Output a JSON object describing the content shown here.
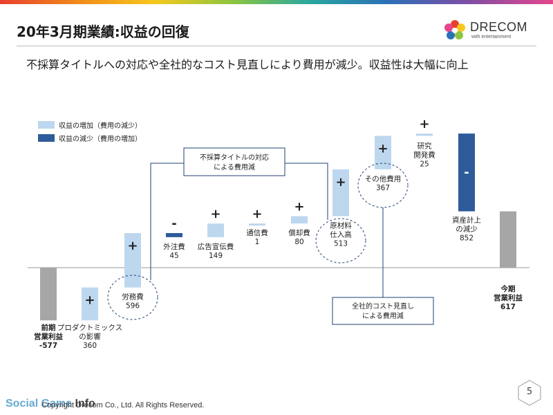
{
  "header": {
    "title": "20年3月期業績:収益の回復",
    "subtitle": "不採算タイトルへの対応や全社的なコスト見直しにより費用が減少。収益性は大幅に向上",
    "logo_text": "DRECOM",
    "logo_tagline": "with entertainment"
  },
  "colors": {
    "increase": "#bdd7ee",
    "decrease": "#2e5c9a",
    "total": "#a6a6a6",
    "line": "#1f3f73"
  },
  "chart_data": {
    "type": "waterfall",
    "legend": [
      {
        "label": "収益の増加（費用の減少）",
        "kind": "increase"
      },
      {
        "label": "収益の減少（費用の増加）",
        "kind": "decrease"
      }
    ],
    "steps": [
      {
        "label_lines": [
          "前期",
          "営業利益",
          "-577"
        ],
        "value": -577,
        "kind": "total",
        "bold": true
      },
      {
        "label_lines": [
          "プロダクトミックス",
          "の影響",
          "360"
        ],
        "value": 360,
        "kind": "increase",
        "sign": "+"
      },
      {
        "label_lines": [
          "労務費",
          "596"
        ],
        "value": 596,
        "kind": "increase",
        "sign": "+"
      },
      {
        "label_lines": [
          "外注費",
          "45"
        ],
        "value": -45,
        "kind": "decrease",
        "sign": "-"
      },
      {
        "label_lines": [
          "広告宣伝費",
          "149"
        ],
        "value": 149,
        "kind": "increase",
        "sign": "+"
      },
      {
        "label_lines": [
          "通信費",
          "1"
        ],
        "value": 1,
        "kind": "increase",
        "sign": "+"
      },
      {
        "label_lines": [
          "償却費",
          "80"
        ],
        "value": 80,
        "kind": "increase",
        "sign": "+"
      },
      {
        "label_lines": [
          "原材料",
          "仕入高",
          "513"
        ],
        "value": 513,
        "kind": "increase",
        "sign": "+"
      },
      {
        "label_lines": [
          "その他費用",
          "367"
        ],
        "value": 367,
        "kind": "increase",
        "sign": "+"
      },
      {
        "label_lines": [
          "研究",
          "開発費",
          "25"
        ],
        "value": 25,
        "kind": "increase",
        "sign": "+"
      },
      {
        "label_lines": [
          "資産計上",
          "の減少",
          "852"
        ],
        "value": -852,
        "kind": "decrease",
        "sign": "-"
      },
      {
        "label_lines": [
          "今期",
          "営業利益",
          "617"
        ],
        "value": 617,
        "kind": "total",
        "bold": true
      }
    ],
    "callouts": [
      {
        "lines": [
          "不採算タイトルの対応",
          "による費用減"
        ]
      },
      {
        "lines": [
          "全社的コスト見直し",
          "による費用減"
        ]
      }
    ]
  },
  "footer": {
    "copyright": "Copyright Drecom Co., Ltd. All Rights Reserved.",
    "watermark_a": "Social Game ",
    "watermark_b": "Info"
  },
  "page_number": "5"
}
